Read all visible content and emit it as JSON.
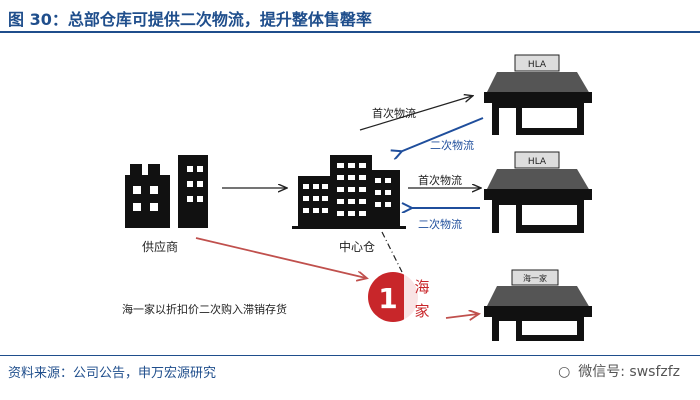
{
  "header": {
    "title": "图 30：总部仓库可提供二次物流，提升整体售罄率"
  },
  "nodes": {
    "supplier": "供应商",
    "center": "中心仓",
    "store_sign_1": "HLA",
    "store_sign_2": "HLA",
    "store_sign_3": "海一家",
    "haiyijia_logo_char1": "海",
    "haiyijia_logo_char2": "家"
  },
  "edges": {
    "first_logistics_1": "首次物流",
    "second_logistics_1": "二次物流",
    "first_logistics_2": "首次物流",
    "second_logistics_2": "二次物流",
    "discount_label": "海一家以折扣价二次购入滞销存货"
  },
  "footer": {
    "source": "资料来源：公司公告，申万宏源研究",
    "wechat": "微信号: swsfzfz"
  },
  "colors": {
    "title": "#1f4e8c",
    "blue_arrow": "#1f4e9c",
    "red_arrow": "#c0504d",
    "logo_red": "#c8262a",
    "building": "#111111"
  }
}
